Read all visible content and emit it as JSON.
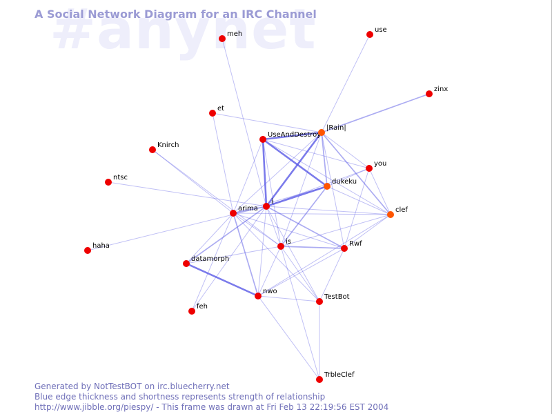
{
  "watermark": "#anynet",
  "title": "A Social Network Diagram for an IRC Channel",
  "footer": [
    "Generated by NotTestBOT on irc.bluecherry.net",
    "Blue edge thickness and shortness represents strength of relationship",
    "http://www.jibble.org/piespy/ - This frame was drawn at Fri Feb 13 22:19:56 EST 2004"
  ],
  "colors": {
    "edge": "#5a5ae6",
    "node": "#ee0000",
    "node_active": "#ff5500",
    "title": "#9b9bd4"
  },
  "nodes": [
    {
      "id": "meh",
      "label": "meh"
    },
    {
      "id": "use",
      "label": "use"
    },
    {
      "id": "zinx",
      "label": "zinx"
    },
    {
      "id": "et",
      "label": "et"
    },
    {
      "id": "UseAndDestroy",
      "label": "UseAndDestroy"
    },
    {
      "id": "Rain",
      "label": "|Rain|"
    },
    {
      "id": "Knirch",
      "label": "Knirch"
    },
    {
      "id": "you",
      "label": "you"
    },
    {
      "id": "ntsc",
      "label": "ntsc"
    },
    {
      "id": "dukeku",
      "label": "dukeku"
    },
    {
      "id": "i",
      "label": "i"
    },
    {
      "id": "arima",
      "label": "arima"
    },
    {
      "id": "clef",
      "label": "clef"
    },
    {
      "id": "haha",
      "label": "haha"
    },
    {
      "id": "is",
      "label": "is"
    },
    {
      "id": "Rwf",
      "label": "Rwf"
    },
    {
      "id": "datamorph",
      "label": "datamorph"
    },
    {
      "id": "nwo",
      "label": "nwo"
    },
    {
      "id": "TestBot",
      "label": "TestBot"
    },
    {
      "id": "feh",
      "label": "feh"
    },
    {
      "id": "TrbleClef",
      "label": "TrbleClef"
    }
  ],
  "edges": [
    {
      "from": "meh",
      "to": "i",
      "weight": 1
    },
    {
      "from": "use",
      "to": "Rain",
      "weight": 1
    },
    {
      "from": "zinx",
      "to": "Rain",
      "weight": 2
    },
    {
      "from": "et",
      "to": "Rain",
      "weight": 1
    },
    {
      "from": "et",
      "to": "arima",
      "weight": 1
    },
    {
      "from": "Knirch",
      "to": "arima",
      "weight": 1
    },
    {
      "from": "Knirch",
      "to": "is",
      "weight": 1
    },
    {
      "from": "ntsc",
      "to": "i",
      "weight": 1
    },
    {
      "from": "haha",
      "to": "i",
      "weight": 1
    },
    {
      "from": "UseAndDestroy",
      "to": "Rain",
      "weight": 3
    },
    {
      "from": "UseAndDestroy",
      "to": "dukeku",
      "weight": 3
    },
    {
      "from": "UseAndDestroy",
      "to": "i",
      "weight": 3
    },
    {
      "from": "UseAndDestroy",
      "to": "you",
      "weight": 1
    },
    {
      "from": "UseAndDestroy",
      "to": "is",
      "weight": 1
    },
    {
      "from": "UseAndDestroy",
      "to": "clef",
      "weight": 1
    },
    {
      "from": "UseAndDestroy",
      "to": "arima",
      "weight": 1
    },
    {
      "from": "Rain",
      "to": "i",
      "weight": 3
    },
    {
      "from": "Rain",
      "to": "dukeku",
      "weight": 2
    },
    {
      "from": "Rain",
      "to": "you",
      "weight": 1
    },
    {
      "from": "Rain",
      "to": "clef",
      "weight": 2
    },
    {
      "from": "Rain",
      "to": "Rwf",
      "weight": 1
    },
    {
      "from": "Rain",
      "to": "arima",
      "weight": 1
    },
    {
      "from": "Rain",
      "to": "is",
      "weight": 1
    },
    {
      "from": "you",
      "to": "dukeku",
      "weight": 1
    },
    {
      "from": "you",
      "to": "Rwf",
      "weight": 1
    },
    {
      "from": "you",
      "to": "clef",
      "weight": 1
    },
    {
      "from": "you",
      "to": "i",
      "weight": 1
    },
    {
      "from": "dukeku",
      "to": "i",
      "weight": 3
    },
    {
      "from": "dukeku",
      "to": "clef",
      "weight": 1
    },
    {
      "from": "dukeku",
      "to": "is",
      "weight": 2
    },
    {
      "from": "dukeku",
      "to": "arima",
      "weight": 1
    },
    {
      "from": "i",
      "to": "arima",
      "weight": 2
    },
    {
      "from": "i",
      "to": "clef",
      "weight": 1
    },
    {
      "from": "i",
      "to": "is",
      "weight": 1
    },
    {
      "from": "i",
      "to": "Rwf",
      "weight": 2
    },
    {
      "from": "i",
      "to": "datamorph",
      "weight": 2
    },
    {
      "from": "i",
      "to": "nwo",
      "weight": 1
    },
    {
      "from": "i",
      "to": "TestBot",
      "weight": 1
    },
    {
      "from": "i",
      "to": "feh",
      "weight": 1
    },
    {
      "from": "arima",
      "to": "clef",
      "weight": 1
    },
    {
      "from": "arima",
      "to": "is",
      "weight": 1
    },
    {
      "from": "arima",
      "to": "Rwf",
      "weight": 1
    },
    {
      "from": "arima",
      "to": "nwo",
      "weight": 2
    },
    {
      "from": "arima",
      "to": "datamorph",
      "weight": 1
    },
    {
      "from": "arima",
      "to": "feh",
      "weight": 1
    },
    {
      "from": "arima",
      "to": "TestBot",
      "weight": 1
    },
    {
      "from": "clef",
      "to": "is",
      "weight": 1
    },
    {
      "from": "clef",
      "to": "Rwf",
      "weight": 1
    },
    {
      "from": "clef",
      "to": "nwo",
      "weight": 1
    },
    {
      "from": "is",
      "to": "Rwf",
      "weight": 2
    },
    {
      "from": "is",
      "to": "datamorph",
      "weight": 1
    },
    {
      "from": "is",
      "to": "nwo",
      "weight": 1
    },
    {
      "from": "is",
      "to": "TestBot",
      "weight": 1
    },
    {
      "from": "is",
      "to": "TrbleClef",
      "weight": 1
    },
    {
      "from": "Rwf",
      "to": "nwo",
      "weight": 1
    },
    {
      "from": "Rwf",
      "to": "TestBot",
      "weight": 1
    },
    {
      "from": "datamorph",
      "to": "nwo",
      "weight": 3
    },
    {
      "from": "nwo",
      "to": "TestBot",
      "weight": 1
    },
    {
      "from": "TestBot",
      "to": "TrbleClef",
      "weight": 1
    },
    {
      "from": "nwo",
      "to": "TrbleClef",
      "weight": 1
    }
  ]
}
